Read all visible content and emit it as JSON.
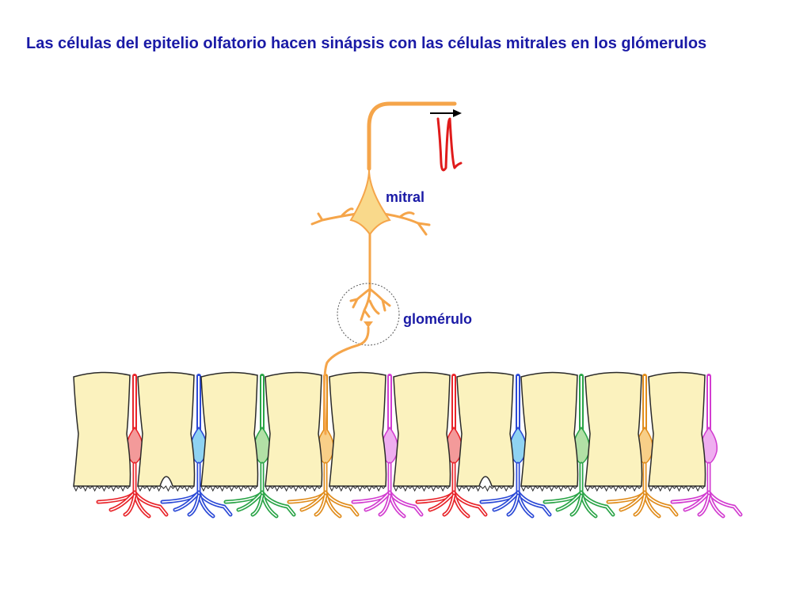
{
  "title": "Las células del epitelio olfatorio hacen sinápsis con las células mitrales en los glómerulos",
  "labels": {
    "mitral": "mitral",
    "glomerulo": "glomérulo"
  },
  "colors": {
    "text": "#1a1aa6",
    "mitral": "#f5a54a",
    "mitral_fill": "#f9d98b",
    "support_cell_fill": "#fbf2be",
    "support_cell_stroke": "#2a2a2a",
    "spike": "#e01b1b",
    "arrow": "#000000",
    "glomerulus_outline": "#555555",
    "receptor_series": [
      {
        "stroke": "#e8242a",
        "fill": "#f39a9a"
      },
      {
        "stroke": "#2b49d6",
        "fill": "#8fd3f2"
      },
      {
        "stroke": "#2aa447",
        "fill": "#b2e0a6"
      },
      {
        "stroke": "#e08c1c",
        "fill": "#f8cf88"
      },
      {
        "stroke": "#d23cd0",
        "fill": "#efaef0"
      }
    ]
  }
}
